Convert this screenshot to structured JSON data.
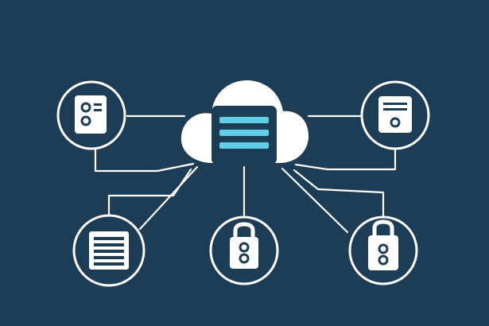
{
  "diagram": {
    "type": "cloud-network",
    "center": {
      "icon": "cloud-server-icon",
      "screen_lines": 3
    },
    "nodes": [
      {
        "id": "top-left",
        "icon": "document-icon"
      },
      {
        "id": "top-right",
        "icon": "file-icon"
      },
      {
        "id": "bottom-left",
        "icon": "list-document-icon"
      },
      {
        "id": "bottom-center",
        "icon": "padlock-icon"
      },
      {
        "id": "bottom-right",
        "icon": "padlock-icon"
      }
    ],
    "connections": [
      {
        "from": "center",
        "to": "top-left"
      },
      {
        "from": "center",
        "to": "top-right"
      },
      {
        "from": "center",
        "to": "bottom-left"
      },
      {
        "from": "center",
        "to": "bottom-center"
      },
      {
        "from": "center",
        "to": "bottom-right"
      }
    ]
  },
  "colors": {
    "background": "#1d3c55",
    "line": "#ffffff",
    "accent": "#5fd0e6",
    "icon_dark": "#1d3c55"
  }
}
